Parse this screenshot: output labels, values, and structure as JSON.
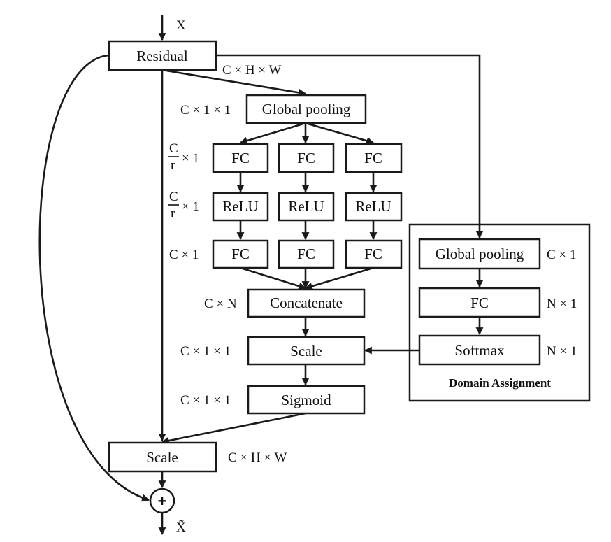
{
  "input_label": "X",
  "output_label": "X̃",
  "plus_symbol": "+",
  "nodes": {
    "residual": "Residual",
    "global_pooling": "Global pooling",
    "fc": "FC",
    "relu": "ReLU",
    "concatenate": "Concatenate",
    "scale": "Scale",
    "sigmoid": "Sigmoid",
    "domain_global_pooling": "Global pooling",
    "domain_fc": "FC",
    "softmax": "Softmax",
    "scale_out": "Scale"
  },
  "domain_box_title": "Domain Assignment",
  "dims": {
    "residual_out": "C × H × W",
    "global_pooling": "C × 1 × 1",
    "fc1_num": "C",
    "fc1_den": "r",
    "fc1_rest": "× 1",
    "relu_num": "C",
    "relu_den": "r",
    "relu_rest": "× 1",
    "fc2": "C × 1",
    "concatenate": "C × N",
    "scale": "C × 1 × 1",
    "sigmoid": "C × 1 × 1",
    "scale_out": "C × H × W",
    "domain_global_pooling": "C × 1",
    "domain_fc": "N × 1",
    "softmax": "N × 1"
  }
}
